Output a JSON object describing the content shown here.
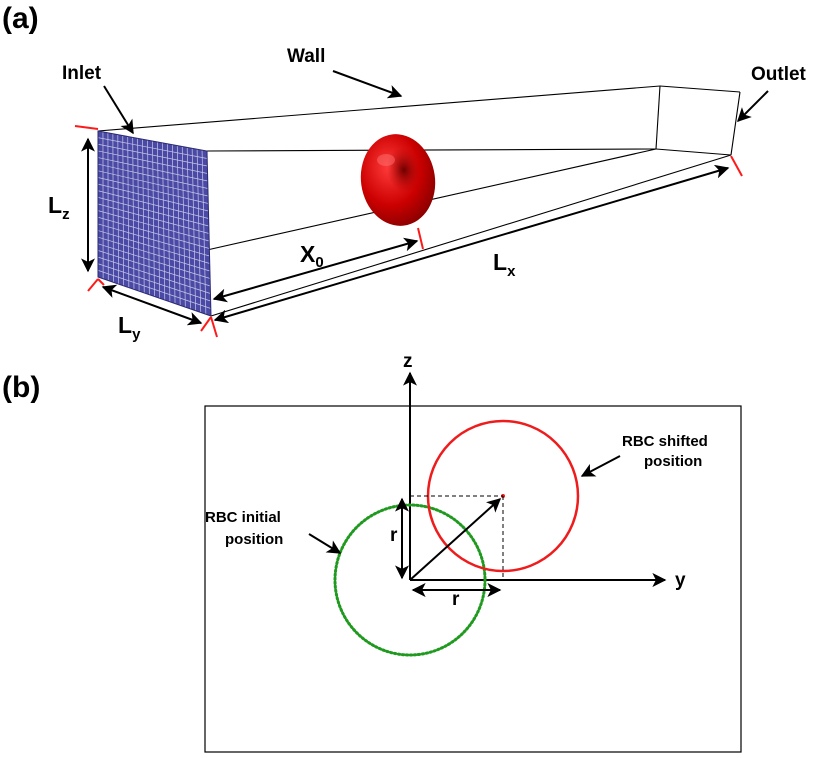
{
  "panel_a": {
    "label": "(a)",
    "inlet_label": "Inlet",
    "wall_label": "Wall",
    "outlet_label": "Outlet",
    "lz_main": "L",
    "lz_sub": "z",
    "ly_main": "L",
    "ly_sub": "y",
    "x0_main": "X",
    "x0_sub": "0",
    "lx_main": "L",
    "lx_sub": "x"
  },
  "panel_b": {
    "label": "(b)",
    "z_axis_label": "z",
    "y_axis_label": "y",
    "shifted_label_line1": "RBC shifted",
    "shifted_label_line2": "position",
    "initial_label_line1": "RBC initial",
    "initial_label_line2": "position",
    "r_vertical_label": "r",
    "r_horizontal_label": "r"
  },
  "colors": {
    "mesh_fill": "#4a4aa6",
    "mesh_line": "#c8c8e8",
    "rbc_red": "#cc0000",
    "shifted_circle": "#ee1c1c",
    "initial_circle": "#1f9a1f",
    "tick_red": "#ff1a1a"
  }
}
